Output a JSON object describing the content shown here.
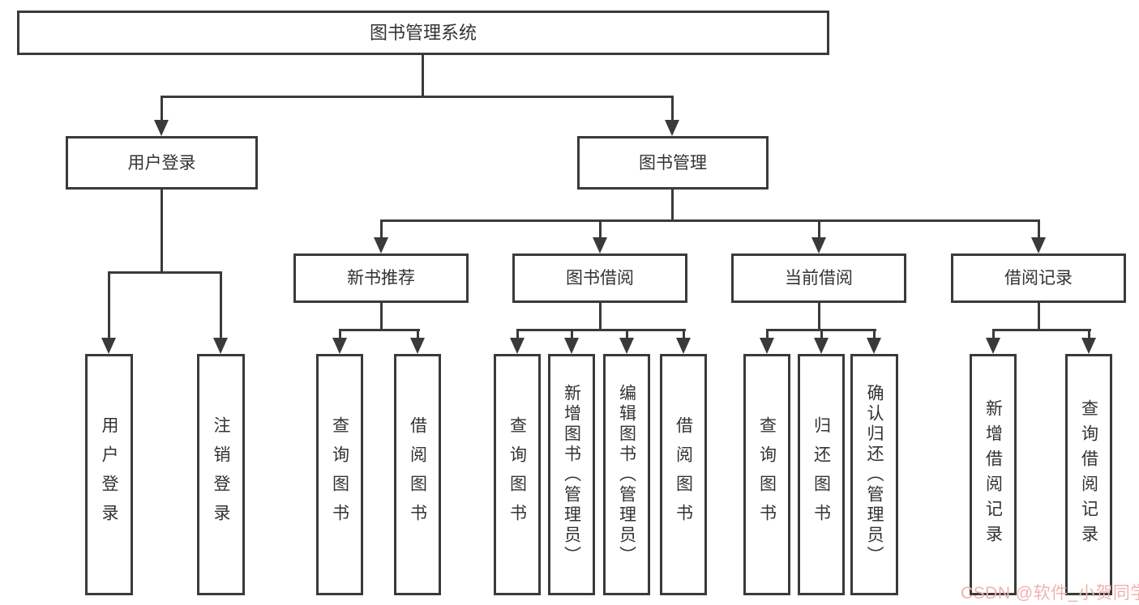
{
  "root": {
    "label": "图书管理系统"
  },
  "nodes": {
    "user_login": "用户登录",
    "book_mgmt": "图书管理",
    "new_book_rec": "新书推荐",
    "book_borrow": "图书借阅",
    "current_borrow": "当前借阅",
    "borrow_record": "借阅记录"
  },
  "leaves": {
    "user_login": [
      "用户登录",
      "注销登录"
    ],
    "new_book_rec": [
      "查询图书",
      "借阅图书"
    ],
    "book_borrow": [
      "查询图书",
      "新增图书（管理员）",
      "编辑图书（管理员）",
      "借阅图书"
    ],
    "current_borrow": [
      "查询图书",
      "归还图书",
      "确认归还（管理员）"
    ],
    "borrow_record": [
      "新增借阅记录",
      "查询借阅记录"
    ]
  },
  "watermark": {
    "text": "CSDN @软件_小贺同学",
    "color": "#f0b2ae"
  },
  "colors": {
    "line": "#3a3a3a",
    "box_border": "#3a3a3a",
    "text": "#333333",
    "background": "#ffffff"
  }
}
